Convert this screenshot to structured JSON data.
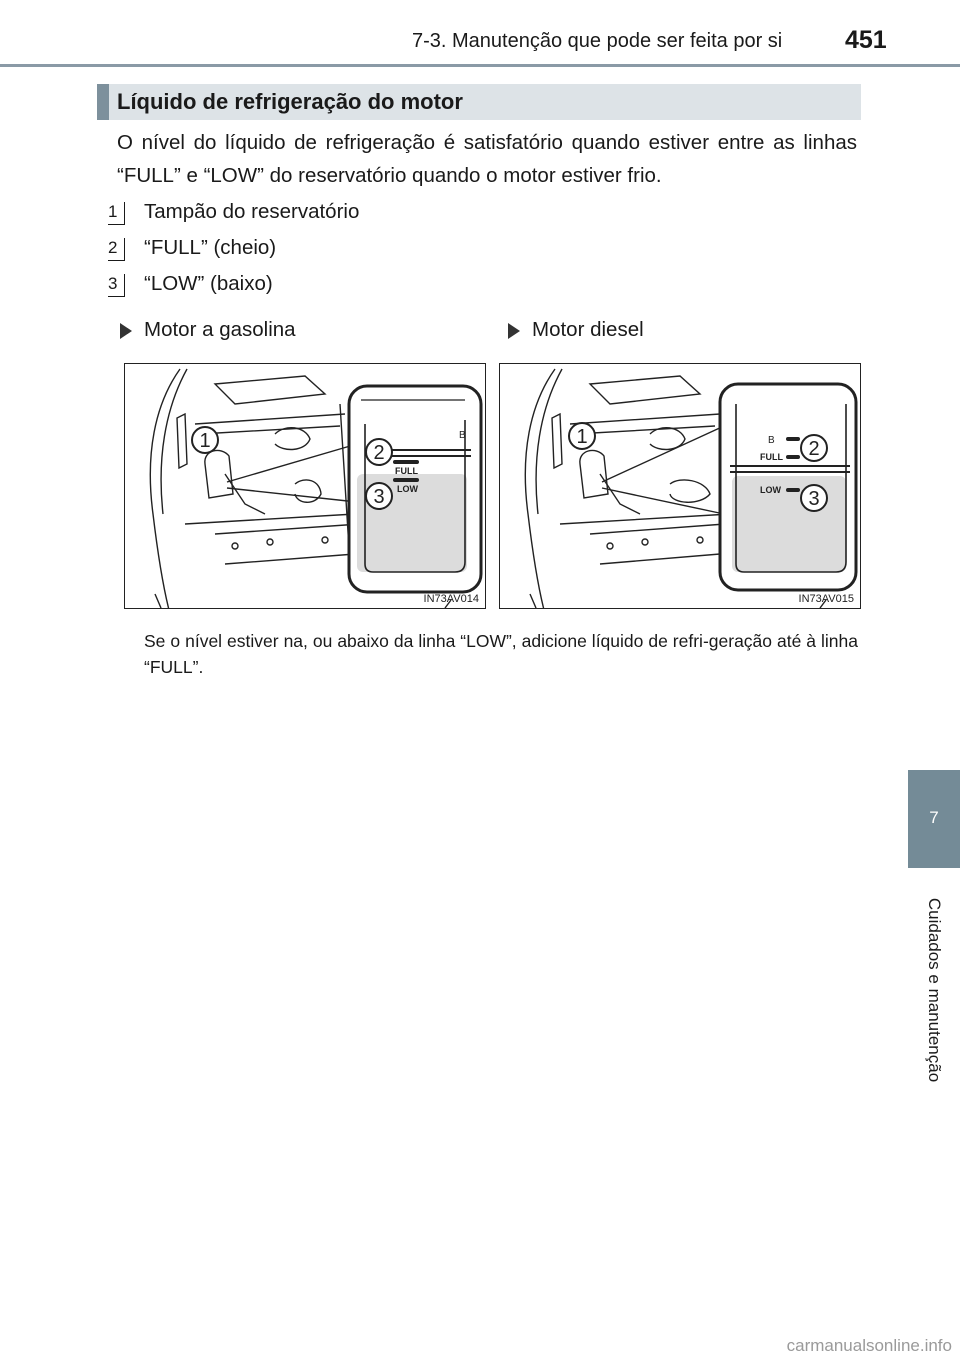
{
  "header": {
    "section": "7-3. Manutenção que pode ser feita por si",
    "page": "451"
  },
  "side_tab": {
    "number": "7",
    "label": "Cuidados e manutenção"
  },
  "section": {
    "title": "Líquido de refrigeração do motor",
    "paragraph": "O nível do líquido de refrigeração é satisfatório quando estiver entre as linhas “FULL” e “LOW” do reservatório quando o motor estiver frio.",
    "items": [
      {
        "num": "1",
        "text": "Tampão do reservatório"
      },
      {
        "num": "2",
        "text": "“FULL” (cheio)"
      },
      {
        "num": "3",
        "text": "“LOW” (baixo)"
      }
    ]
  },
  "figures": [
    {
      "heading": "Motor a gasolina",
      "code": "IN73AV014",
      "callouts": [
        "1",
        "2",
        "3"
      ],
      "labels": {
        "b": "B",
        "full": "FULL",
        "low": "LOW"
      }
    },
    {
      "heading": "Motor diesel",
      "code": "IN73AV015",
      "callouts": [
        "1",
        "2",
        "3"
      ],
      "labels": {
        "b": "B",
        "full": "FULL",
        "low": "LOW"
      }
    }
  ],
  "note": "Se o nível estiver na, ou abaixo da linha “LOW”, adicione líquido de refri-geração até à linha “FULL”.",
  "watermark": "carmanualsonline.info"
}
